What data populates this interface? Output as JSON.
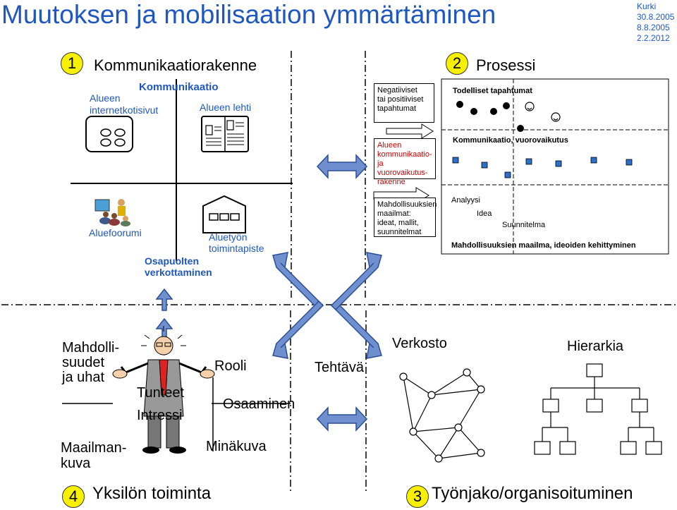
{
  "title": "Muutoksen ja mobilisaation ymmärtäminen",
  "meta": {
    "author": "Kurki",
    "date1": "30.8.2005",
    "date2": "8.8.2005",
    "date3": "2.2.2012"
  },
  "sections": {
    "s1": {
      "num": "1",
      "label": "Kommunikaatiorakenne"
    },
    "s2": {
      "num": "2",
      "label": "Prosessi"
    },
    "s3": {
      "num": "3",
      "label": "Työnjako/organisoituminen"
    },
    "s4": {
      "num": "4",
      "label": "Yksilön toiminta"
    }
  },
  "quadrant1": {
    "header": "Kommunikaatio",
    "web_label_line1": "Alueen",
    "web_label_line2": "internetkotisivut",
    "paper_label": "Alueen lehti",
    "forum_label": "Aluefoorumi",
    "practice_line1": "Aluetyön",
    "practice_line2": "toimintapiste",
    "network_line1": "Osapuolten",
    "network_line2": "verkottaminen"
  },
  "quadrant2": {
    "box1_lines": [
      "Negatiiviset",
      "tai positiiviset",
      "tapahtumat"
    ],
    "box2_lines": [
      "Alueen",
      "kommunikaatio-",
      "ja vuorovaikutus-",
      "rakenne"
    ],
    "box3_lines": [
      "Mahdollisuuksien",
      "maailmat:",
      "ideat, mallit,",
      "suunnitelmat"
    ],
    "events_label": "Todelliset tapahtumat",
    "interaction_label": "Kommunikaatio, vuorovaikutus",
    "analysis_label": "Analyysi",
    "idea_label": "Idea",
    "plan_label": "Suunnitelma",
    "world_label": "Mahdollisuuksien maailma, ideoiden kehittyminen"
  },
  "quadrant4": {
    "opp_lines": [
      "Mahdolli-",
      "suudet",
      "ja uhat"
    ],
    "world_lines": [
      "Maailman-",
      "kuva"
    ],
    "feelings": "Tunteet",
    "interest": "Intressi",
    "role": "Rooli",
    "learning": "Osaaminen",
    "selfimage": "Minäkuva"
  },
  "quadrant3": {
    "task": "Tehtävä",
    "network": "Verkosto",
    "hierarchy": "Hierarkia"
  }
}
